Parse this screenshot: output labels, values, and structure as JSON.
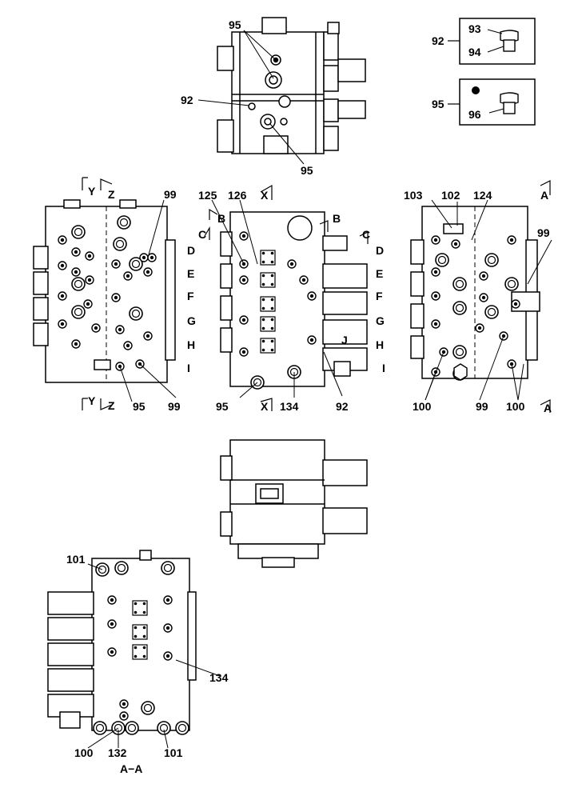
{
  "inset_92": {
    "ref": "92",
    "top": "93",
    "bottom": "94"
  },
  "inset_95": {
    "ref": "95",
    "top": "96"
  },
  "top_view": {
    "left": "92",
    "top": "95",
    "bottom": "95"
  },
  "left_view": {
    "y": "Y",
    "z": "Z",
    "y2": "Y",
    "z2": "Z",
    "r99a": "99",
    "r95": "95",
    "r99b": "99"
  },
  "center_view": {
    "r125": "125",
    "r126": "126",
    "x": "X",
    "b": "B",
    "c": "C",
    "b2": "B",
    "c2": "C",
    "r95": "95",
    "x2": "X",
    "r134": "134",
    "r92": "92"
  },
  "section_letters": {
    "d": "D",
    "e": "E",
    "f": "F",
    "g": "G",
    "h": "H",
    "i": "I"
  },
  "center_letters": {
    "d": "D",
    "e": "E",
    "f": "F",
    "g": "G",
    "h": "H",
    "i": "I",
    "j": "J"
  },
  "right_view": {
    "r103": "103",
    "r102": "102",
    "r124": "124",
    "a": "A",
    "r99": "99",
    "r100a": "100",
    "r99b": "99",
    "r100b": "100",
    "a2": "A"
  },
  "section_view": {
    "r101a": "101",
    "r134": "134",
    "r100": "100",
    "r132": "132",
    "r101b": "101",
    "caption": "A−A"
  }
}
